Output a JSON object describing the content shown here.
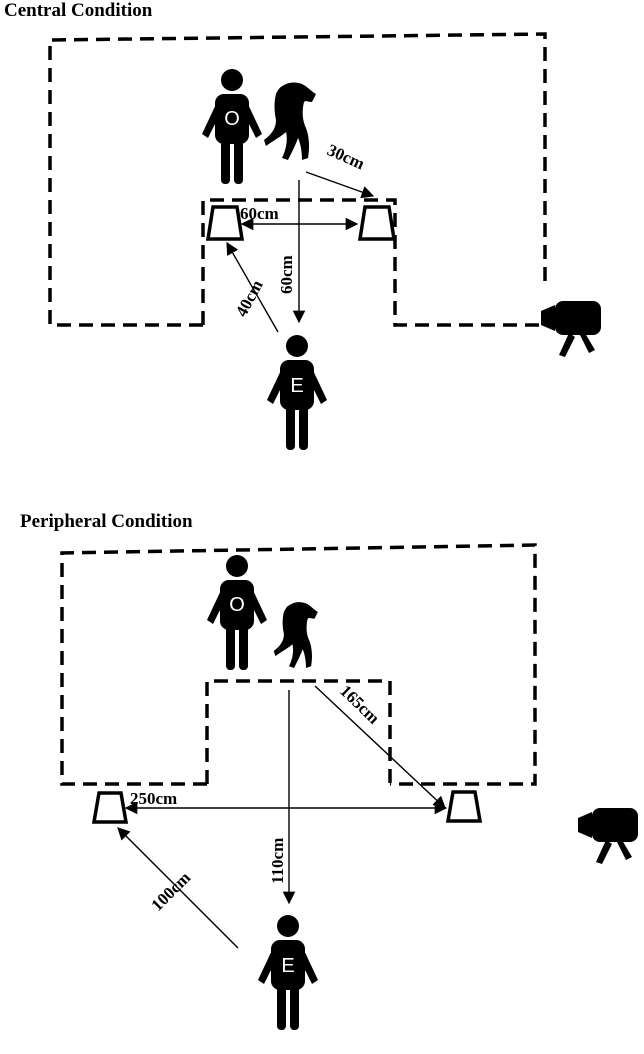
{
  "panels": {
    "central": {
      "title": "Central Condition",
      "observer_label": "O",
      "experimenter_label": "E",
      "distances": {
        "dog_to_bucket": "30cm",
        "between_buckets": "60cm",
        "center_to_experimenter": "60cm",
        "experimenter_to_bucket": "40cm"
      }
    },
    "peripheral": {
      "title": "Peripheral Condition",
      "observer_label": "O",
      "experimenter_label": "E",
      "distances": {
        "dog_to_bucket": "165cm",
        "between_buckets": "250cm",
        "center_to_experimenter": "110cm",
        "experimenter_to_bucket": "100cm"
      }
    }
  },
  "icons": [
    "person-icon",
    "dog-icon",
    "bucket-icon",
    "camera-icon"
  ]
}
